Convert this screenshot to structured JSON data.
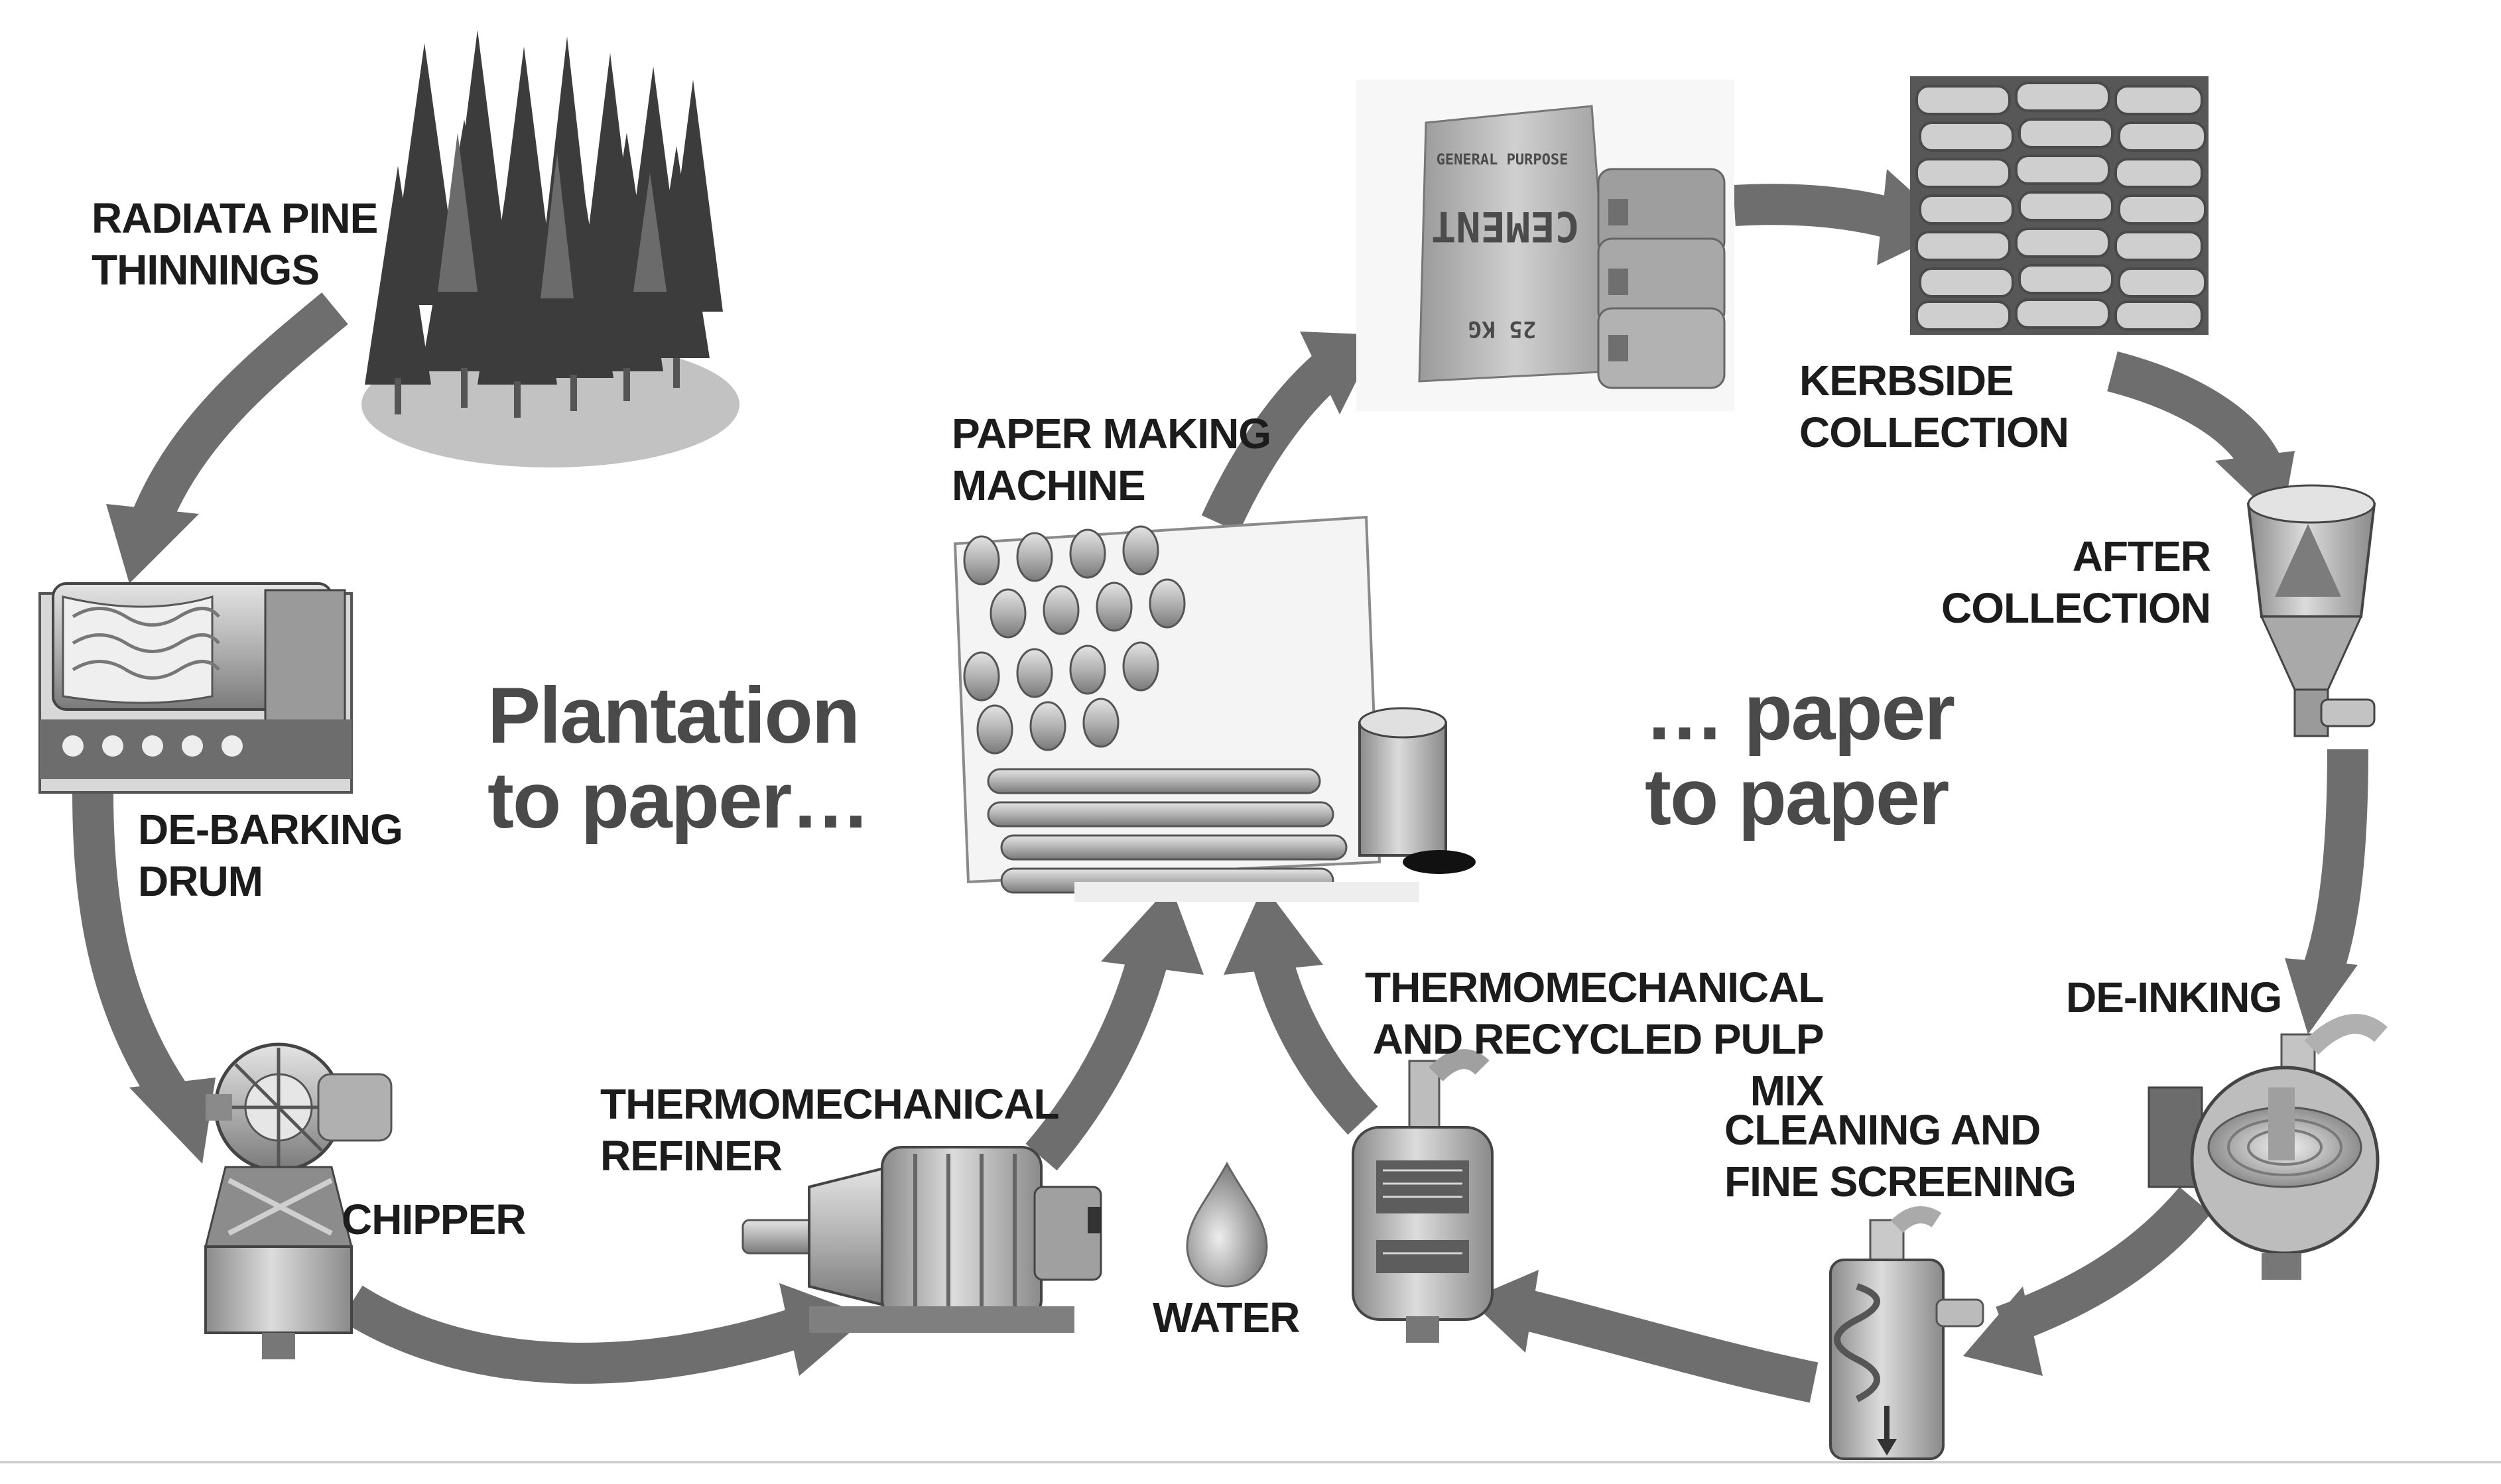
{
  "title_left": [
    "Plantation",
    "to paper…"
  ],
  "title_right": [
    "… paper",
    "to paper"
  ],
  "stages": {
    "pine": [
      "RADIATA PINE",
      "THINNINGS"
    ],
    "debarking": [
      "DE-BARKING",
      "DRUM"
    ],
    "chipper": [
      "CHIPPER"
    ],
    "refiner": [
      "THERMOMECHANICAL",
      "REFINER"
    ],
    "water": [
      "WATER"
    ],
    "pulp_mix": [
      "THERMOMECHANICAL",
      "AND RECYCLED PULP",
      "MIX"
    ],
    "paper_machine": [
      "PAPER MAKING",
      "MACHINE"
    ],
    "kerbside": [
      "KERBSIDE",
      "COLLECTION"
    ],
    "after_collection": [
      "AFTER",
      "COLLECTION"
    ],
    "deinking": [
      "DE-INKING"
    ],
    "cleaning": [
      "CLEANING AND",
      "FINE SCREENING"
    ]
  },
  "bag_print": {
    "brand": "GENERAL PURPOSE",
    "product": "CEMENT",
    "weight": "25 KG"
  },
  "colors": {
    "arrow": "#6e6e6e",
    "machine": "#a9a9a9",
    "tree": "#3c3c3c",
    "text": "#1c1c1c"
  },
  "icons": [
    "pine-forest-icon",
    "debarking-drum-icon",
    "chipper-icon",
    "refiner-icon",
    "water-drop-icon",
    "pulp-mixer-icon",
    "paper-machine-icon",
    "cement-bags-icon",
    "bag-stack-icon",
    "after-collection-icon",
    "deinking-icon",
    "screening-icon"
  ]
}
